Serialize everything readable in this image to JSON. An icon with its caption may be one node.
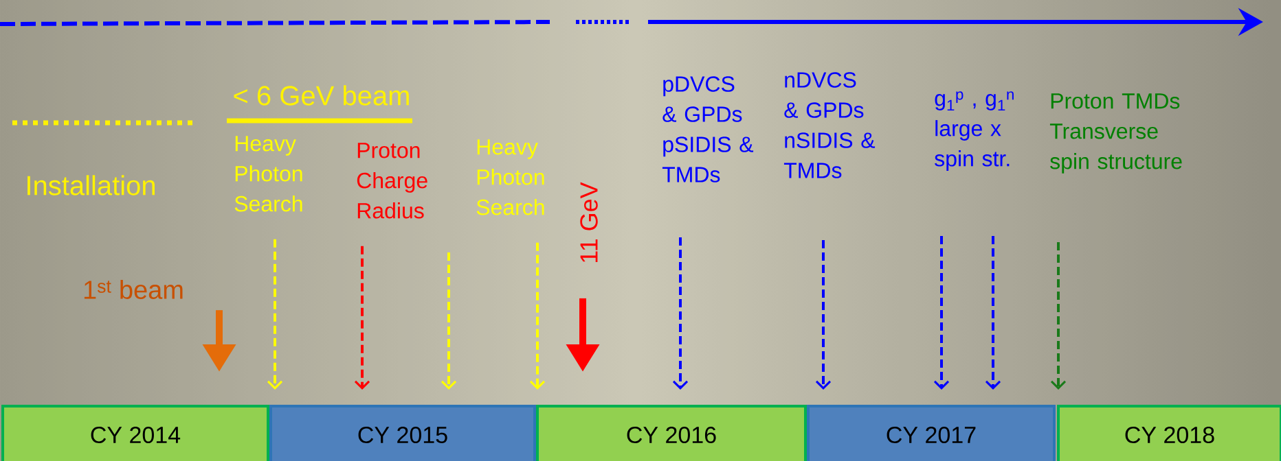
{
  "diagram": {
    "nodes": [
      {
        "text": [
          "Heavy Photon Search"
        ]
      },
      {
        "text": [
          "Proton Charge Radius"
        ]
      },
      {
        "text": [
          "Heavy Photon Search"
        ]
      },
      {
        "text": [
          "11 GeV"
        ]
      },
      {
        "text": [
          "pDVCS & GPDs pSIDIS & TMDs"
        ]
      },
      {
        "text": [
          "nDVCS & GPDs nSIDIS & TMDs"
        ]
      },
      {
        "text": [
          "g$_{1}$$^{p}$ , g$_{1}$$^{n}$ large x spin str."
        ]
      },
      {
        "text": [
          "Proton TMDs Transverse spin structure"
        ]
      },
      {
        "text": [
          "1$^{st}$ beam"
        ]
      },
      {
        "text": [
          "CY 2014"
        ]
      },
      {
        "text": [
          "CY 2015"
        ]
      },
      {
        "text": [
          "CY 2016"
        ]
      },
      {
        "text": [
          "CY 2017"
        ]
      },
      {
        "text": [
          "CY 2018"
        ]
      }
    ],
    "edges": [
      {
        "from": 8,
        "to": 9,
        "arrow": "to",
        "style": "thick",
        "color": "#e46c0a"
      },
      {
        "from": 0,
        "to": 10,
        "arrow": "to",
        "style": "dashed",
        "color": "#ffff00"
      },
      {
        "from": 1,
        "to": 10,
        "arrow": "to",
        "style": "dashed",
        "color": "#ff0000"
      },
      {
        "from": null,
        "to": 10,
        "arrow": "to",
        "style": "dashed",
        "color": "#ffff00"
      },
      {
        "from": 2,
        "to": 10,
        "arrow": "to",
        "style": "dashed",
        "color": "#ffff00"
      },
      {
        "from": 3,
        "to": 11,
        "arrow": "to",
        "style": "thick",
        "color": "#ff0000"
      },
      {
        "from": 4,
        "to": 11,
        "arrow": "to",
        "style": "dashed"
      },
      {
        "from": 5,
        "to": 12,
        "arrow": "to",
        "style": "dashed"
      },
      {
        "from": 6,
        "to": 12,
        "arrow": "to",
        "style": "dashed"
      },
      {
        "from": 6,
        "to": 12,
        "arrow": "to",
        "style": "dashed"
      },
      {
        "from": 7,
        "to": 13,
        "arrow": "to",
        "style": "dashed",
        "color": "#1a7a1a"
      }
    ],
    "labels": [
      "< 6 GeV beam",
      "Installation"
    ]
  }
}
